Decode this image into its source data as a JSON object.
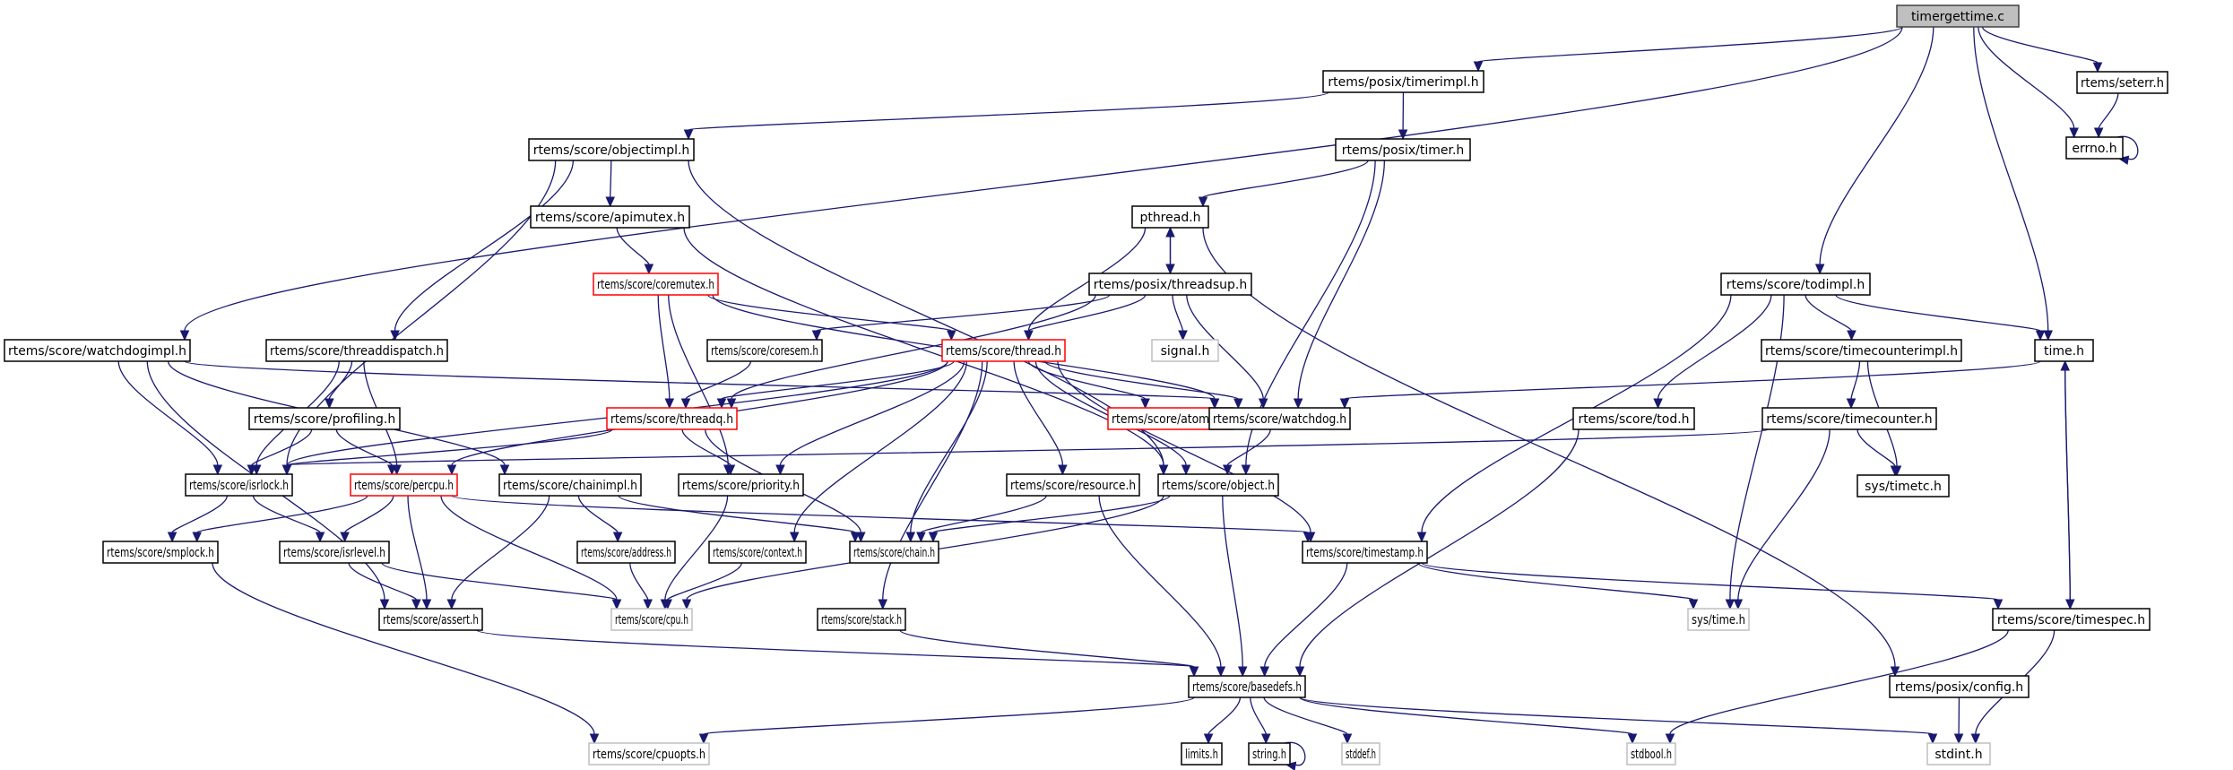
{
  "title": "timergettime.c include dependency graph",
  "colors": {
    "edge": "#191970",
    "root_fill": "#bfbfbf",
    "normal_stroke": "#000000",
    "truncated_stroke": "#ff0000",
    "external_stroke": "#bfbfbf"
  },
  "nodes": [
    {
      "id": "timergettime",
      "label": "timergettime.c",
      "kind": "root"
    },
    {
      "id": "timerimpl",
      "label": "rtems/posix/timerimpl.h",
      "kind": "normal"
    },
    {
      "id": "seterr",
      "label": "rtems/seterr.h",
      "kind": "normal"
    },
    {
      "id": "errno",
      "label": "errno.h",
      "kind": "normal"
    },
    {
      "id": "objectimpl",
      "label": "rtems/score/objectimpl.h",
      "kind": "normal"
    },
    {
      "id": "timer",
      "label": "rtems/posix/timer.h",
      "kind": "normal"
    },
    {
      "id": "apimutex",
      "label": "rtems/score/apimutex.h",
      "kind": "normal"
    },
    {
      "id": "pthread",
      "label": "pthread.h",
      "kind": "normal"
    },
    {
      "id": "coremutex",
      "label": "rtems/score/coremutex.h",
      "kind": "truncated"
    },
    {
      "id": "threadsup",
      "label": "rtems/posix/threadsup.h",
      "kind": "normal"
    },
    {
      "id": "todimpl",
      "label": "rtems/score/todimpl.h",
      "kind": "normal"
    },
    {
      "id": "watchdogimpl",
      "label": "rtems/score/watchdogimpl.h",
      "kind": "normal"
    },
    {
      "id": "threaddispatch",
      "label": "rtems/score/threaddispatch.h",
      "kind": "normal"
    },
    {
      "id": "coresem",
      "label": "rtems/score/coresem.h",
      "kind": "normal"
    },
    {
      "id": "thread",
      "label": "rtems/score/thread.h",
      "kind": "truncated"
    },
    {
      "id": "signal",
      "label": "signal.h",
      "kind": "external"
    },
    {
      "id": "timecounterimpl",
      "label": "rtems/score/timecounterimpl.h",
      "kind": "normal"
    },
    {
      "id": "timeh",
      "label": "time.h",
      "kind": "normal"
    },
    {
      "id": "profiling",
      "label": "rtems/score/profiling.h",
      "kind": "normal"
    },
    {
      "id": "threadq",
      "label": "rtems/score/threadq.h",
      "kind": "truncated"
    },
    {
      "id": "atomic",
      "label": "rtems/score/atomic.h",
      "kind": "truncated"
    },
    {
      "id": "watchdog",
      "label": "rtems/score/watchdog.h",
      "kind": "normal"
    },
    {
      "id": "tod",
      "label": "rtems/score/tod.h",
      "kind": "normal"
    },
    {
      "id": "timecounter",
      "label": "rtems/score/timecounter.h",
      "kind": "normal"
    },
    {
      "id": "isrlock",
      "label": "rtems/score/isrlock.h",
      "kind": "normal"
    },
    {
      "id": "percpu",
      "label": "rtems/score/percpu.h",
      "kind": "truncated"
    },
    {
      "id": "chainimpl",
      "label": "rtems/score/chainimpl.h",
      "kind": "normal"
    },
    {
      "id": "priority",
      "label": "rtems/score/priority.h",
      "kind": "normal"
    },
    {
      "id": "resource",
      "label": "rtems/score/resource.h",
      "kind": "normal"
    },
    {
      "id": "object",
      "label": "rtems/score/object.h",
      "kind": "normal"
    },
    {
      "id": "timetc",
      "label": "sys/timetc.h",
      "kind": "normal"
    },
    {
      "id": "smplock",
      "label": "rtems/score/smplock.h",
      "kind": "normal"
    },
    {
      "id": "isrlevel",
      "label": "rtems/score/isrlevel.h",
      "kind": "normal"
    },
    {
      "id": "address",
      "label": "rtems/score/address.h",
      "kind": "normal"
    },
    {
      "id": "context",
      "label": "rtems/score/context.h",
      "kind": "normal"
    },
    {
      "id": "chain",
      "label": "rtems/score/chain.h",
      "kind": "normal"
    },
    {
      "id": "timestamp",
      "label": "rtems/score/timestamp.h",
      "kind": "normal"
    },
    {
      "id": "assert",
      "label": "rtems/score/assert.h",
      "kind": "normal"
    },
    {
      "id": "cpu",
      "label": "rtems/score/cpu.h",
      "kind": "external"
    },
    {
      "id": "stack",
      "label": "rtems/score/stack.h",
      "kind": "normal"
    },
    {
      "id": "systime",
      "label": "sys/time.h",
      "kind": "external"
    },
    {
      "id": "timespec",
      "label": "rtems/score/timespec.h",
      "kind": "normal"
    },
    {
      "id": "basedefs",
      "label": "rtems/score/basedefs.h",
      "kind": "normal"
    },
    {
      "id": "posixconfig",
      "label": "rtems/posix/config.h",
      "kind": "normal"
    },
    {
      "id": "cpuopts",
      "label": "rtems/score/cpuopts.h",
      "kind": "external"
    },
    {
      "id": "limits",
      "label": "limits.h",
      "kind": "normal"
    },
    {
      "id": "string",
      "label": "string.h",
      "kind": "normal"
    },
    {
      "id": "stddef",
      "label": "stddef.h",
      "kind": "external"
    },
    {
      "id": "stdbool",
      "label": "stdbool.h",
      "kind": "external"
    },
    {
      "id": "stdint",
      "label": "stdint.h",
      "kind": "external"
    }
  ],
  "edges": [
    [
      "timergettime",
      "timerimpl"
    ],
    [
      "timergettime",
      "seterr"
    ],
    [
      "timergettime",
      "errno"
    ],
    [
      "timergettime",
      "todimpl"
    ],
    [
      "timergettime",
      "timeh"
    ],
    [
      "timergettime",
      "watchdogimpl"
    ],
    [
      "seterr",
      "errno"
    ],
    [
      "errno",
      "errno"
    ],
    [
      "timerimpl",
      "objectimpl"
    ],
    [
      "timerimpl",
      "timer"
    ],
    [
      "objectimpl",
      "apimutex"
    ],
    [
      "objectimpl",
      "threaddispatch"
    ],
    [
      "objectimpl",
      "isrlock"
    ],
    [
      "objectimpl",
      "object"
    ],
    [
      "timer",
      "pthread"
    ],
    [
      "timer",
      "watchdog"
    ],
    [
      "timer",
      "object"
    ],
    [
      "apimutex",
      "coremutex"
    ],
    [
      "apimutex",
      "object"
    ],
    [
      "pthread",
      "threadsup"
    ],
    [
      "pthread",
      "thread"
    ],
    [
      "pthread",
      "posixconfig"
    ],
    [
      "threadsup",
      "pthread"
    ],
    [
      "threadsup",
      "coresem"
    ],
    [
      "threadsup",
      "thread"
    ],
    [
      "threadsup",
      "signal"
    ],
    [
      "threadsup",
      "watchdog"
    ],
    [
      "threadsup",
      "threadq"
    ],
    [
      "coremutex",
      "thread"
    ],
    [
      "coremutex",
      "threadq"
    ],
    [
      "coremutex",
      "watchdog"
    ],
    [
      "coremutex",
      "priority"
    ],
    [
      "coresem",
      "threadq"
    ],
    [
      "thread",
      "threadq"
    ],
    [
      "thread",
      "atomic"
    ],
    [
      "thread",
      "watchdog"
    ],
    [
      "thread",
      "object"
    ],
    [
      "thread",
      "isrlock"
    ],
    [
      "thread",
      "percpu"
    ],
    [
      "thread",
      "priority"
    ],
    [
      "thread",
      "resource"
    ],
    [
      "thread",
      "context"
    ],
    [
      "thread",
      "stack"
    ],
    [
      "thread",
      "timestamp"
    ],
    [
      "thread",
      "chain"
    ],
    [
      "todimpl",
      "timecounterimpl"
    ],
    [
      "todimpl",
      "timeh"
    ],
    [
      "todimpl",
      "tod"
    ],
    [
      "todimpl",
      "timestamp"
    ],
    [
      "todimpl",
      "systime"
    ],
    [
      "timecounterimpl",
      "timecounter"
    ],
    [
      "timecounterimpl",
      "timetc"
    ],
    [
      "timeh",
      "watchdog"
    ],
    [
      "timeh",
      "timespec"
    ],
    [
      "timespec",
      "timeh"
    ],
    [
      "timespec",
      "stdbool"
    ],
    [
      "timespec",
      "stdint"
    ],
    [
      "watchdogimpl",
      "watchdog"
    ],
    [
      "watchdogimpl",
      "isrlock"
    ],
    [
      "watchdogimpl",
      "chainimpl"
    ],
    [
      "watchdogimpl",
      "assert"
    ],
    [
      "threaddispatch",
      "profiling"
    ],
    [
      "threaddispatch",
      "isrlock"
    ],
    [
      "threaddispatch",
      "percpu"
    ],
    [
      "profiling",
      "isrlock"
    ],
    [
      "profiling",
      "percpu"
    ],
    [
      "threadq",
      "isrlock"
    ],
    [
      "threadq",
      "priority"
    ],
    [
      "threadq",
      "chain"
    ],
    [
      "watchdog",
      "object"
    ],
    [
      "tod",
      "basedefs"
    ],
    [
      "timecounter",
      "isrlock"
    ],
    [
      "timecounter",
      "timetc"
    ],
    [
      "timecounter",
      "systime"
    ],
    [
      "isrlock",
      "smplock"
    ],
    [
      "isrlock",
      "isrlevel"
    ],
    [
      "percpu",
      "smplock"
    ],
    [
      "percpu",
      "isrlevel"
    ],
    [
      "percpu",
      "assert"
    ],
    [
      "percpu",
      "cpu"
    ],
    [
      "percpu",
      "timestamp"
    ],
    [
      "chainimpl",
      "address"
    ],
    [
      "chainimpl",
      "assert"
    ],
    [
      "chainimpl",
      "chain"
    ],
    [
      "priority",
      "cpu"
    ],
    [
      "resource",
      "chain"
    ],
    [
      "resource",
      "basedefs"
    ],
    [
      "object",
      "chain"
    ],
    [
      "object",
      "basedefs"
    ],
    [
      "object",
      "cpu"
    ],
    [
      "smplock",
      "cpuopts"
    ],
    [
      "isrlevel",
      "assert"
    ],
    [
      "isrlevel",
      "cpu"
    ],
    [
      "address",
      "cpu"
    ],
    [
      "context",
      "cpu"
    ],
    [
      "timestamp",
      "basedefs"
    ],
    [
      "timestamp",
      "systime"
    ],
    [
      "timestamp",
      "timespec"
    ],
    [
      "assert",
      "basedefs"
    ],
    [
      "stack",
      "basedefs"
    ],
    [
      "basedefs",
      "cpuopts"
    ],
    [
      "basedefs",
      "limits"
    ],
    [
      "basedefs",
      "string"
    ],
    [
      "basedefs",
      "stddef"
    ],
    [
      "basedefs",
      "stdbool"
    ],
    [
      "basedefs",
      "stdint"
    ],
    [
      "string",
      "string"
    ],
    [
      "posixconfig",
      "stdint"
    ]
  ]
}
